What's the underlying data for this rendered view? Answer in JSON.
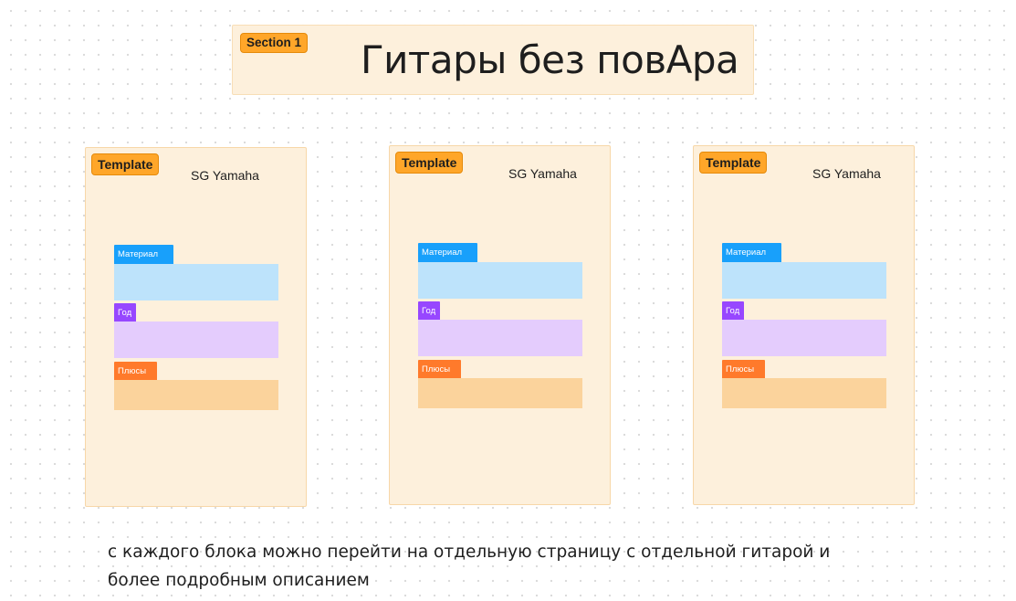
{
  "section": {
    "tag_label": "Section 1",
    "title": "Гитары без повАра"
  },
  "cards": [
    {
      "tag_label": "Template",
      "title": "SG Yamaha",
      "fields": {
        "material": "Материал",
        "year": "Год",
        "pros": "Плюсы"
      }
    },
    {
      "tag_label": "Template",
      "title": "SG Yamaha",
      "fields": {
        "material": "Материал",
        "year": "Год",
        "pros": "Плюсы"
      }
    },
    {
      "tag_label": "Template",
      "title": "SG Yamaha",
      "fields": {
        "material": "Материал",
        "year": "Год",
        "pros": "Плюсы"
      }
    }
  ],
  "note": {
    "line1": "с каждого блока можно перейти на отдельную страницу с отдельной гитарой и",
    "line2": "более подробным описанием"
  },
  "colors": {
    "section_bg": "#fdf0dc",
    "tag_orange": "#ffa629",
    "material_blue": "#18a0fb",
    "material_box": "#bde3fb",
    "year_purple": "#9747ff",
    "year_box": "#e4ccfd",
    "pros_orange": "#ff7a2b",
    "pros_box": "#fbd39c"
  }
}
